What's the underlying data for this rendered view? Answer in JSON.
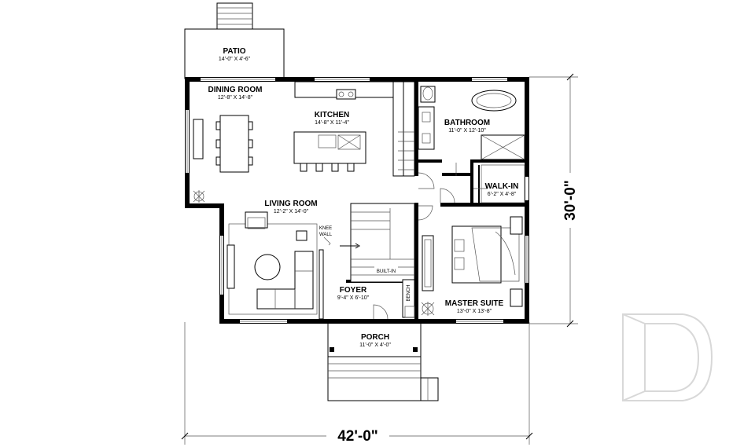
{
  "rooms": {
    "patio": {
      "name": "PATIO",
      "dims": "14'-0\" X 4'-6\""
    },
    "dining": {
      "name": "DINING ROOM",
      "dims": "12'-8\" X 14'-8\""
    },
    "kitchen": {
      "name": "KITCHEN",
      "dims": "14'-8\" X 11'-4\""
    },
    "bathroom": {
      "name": "BATHROOM",
      "dims": "11'-0\" X 12'-10\""
    },
    "walkin": {
      "name": "WALK-IN",
      "dims": "6'-2\" X 4'-8\""
    },
    "living": {
      "name": "LIVING ROOM",
      "dims": "12'-2\" X 14'-0\""
    },
    "foyer": {
      "name": "FOYER",
      "dims": "9'-4\" X 6'-10\""
    },
    "master": {
      "name": "MASTER SUITE",
      "dims": "13'-0\" X 13'-8\""
    },
    "porch": {
      "name": "PORCH",
      "dims": "11'-0\" X 4'-0\""
    }
  },
  "labels": {
    "knee_wall_1": "KNEE",
    "knee_wall_2": "WALL",
    "built_in": "BUILT-IN",
    "bench": "BENCH"
  },
  "dimensions": {
    "overall_width": "42'-0\"",
    "overall_depth": "30'-0\""
  }
}
